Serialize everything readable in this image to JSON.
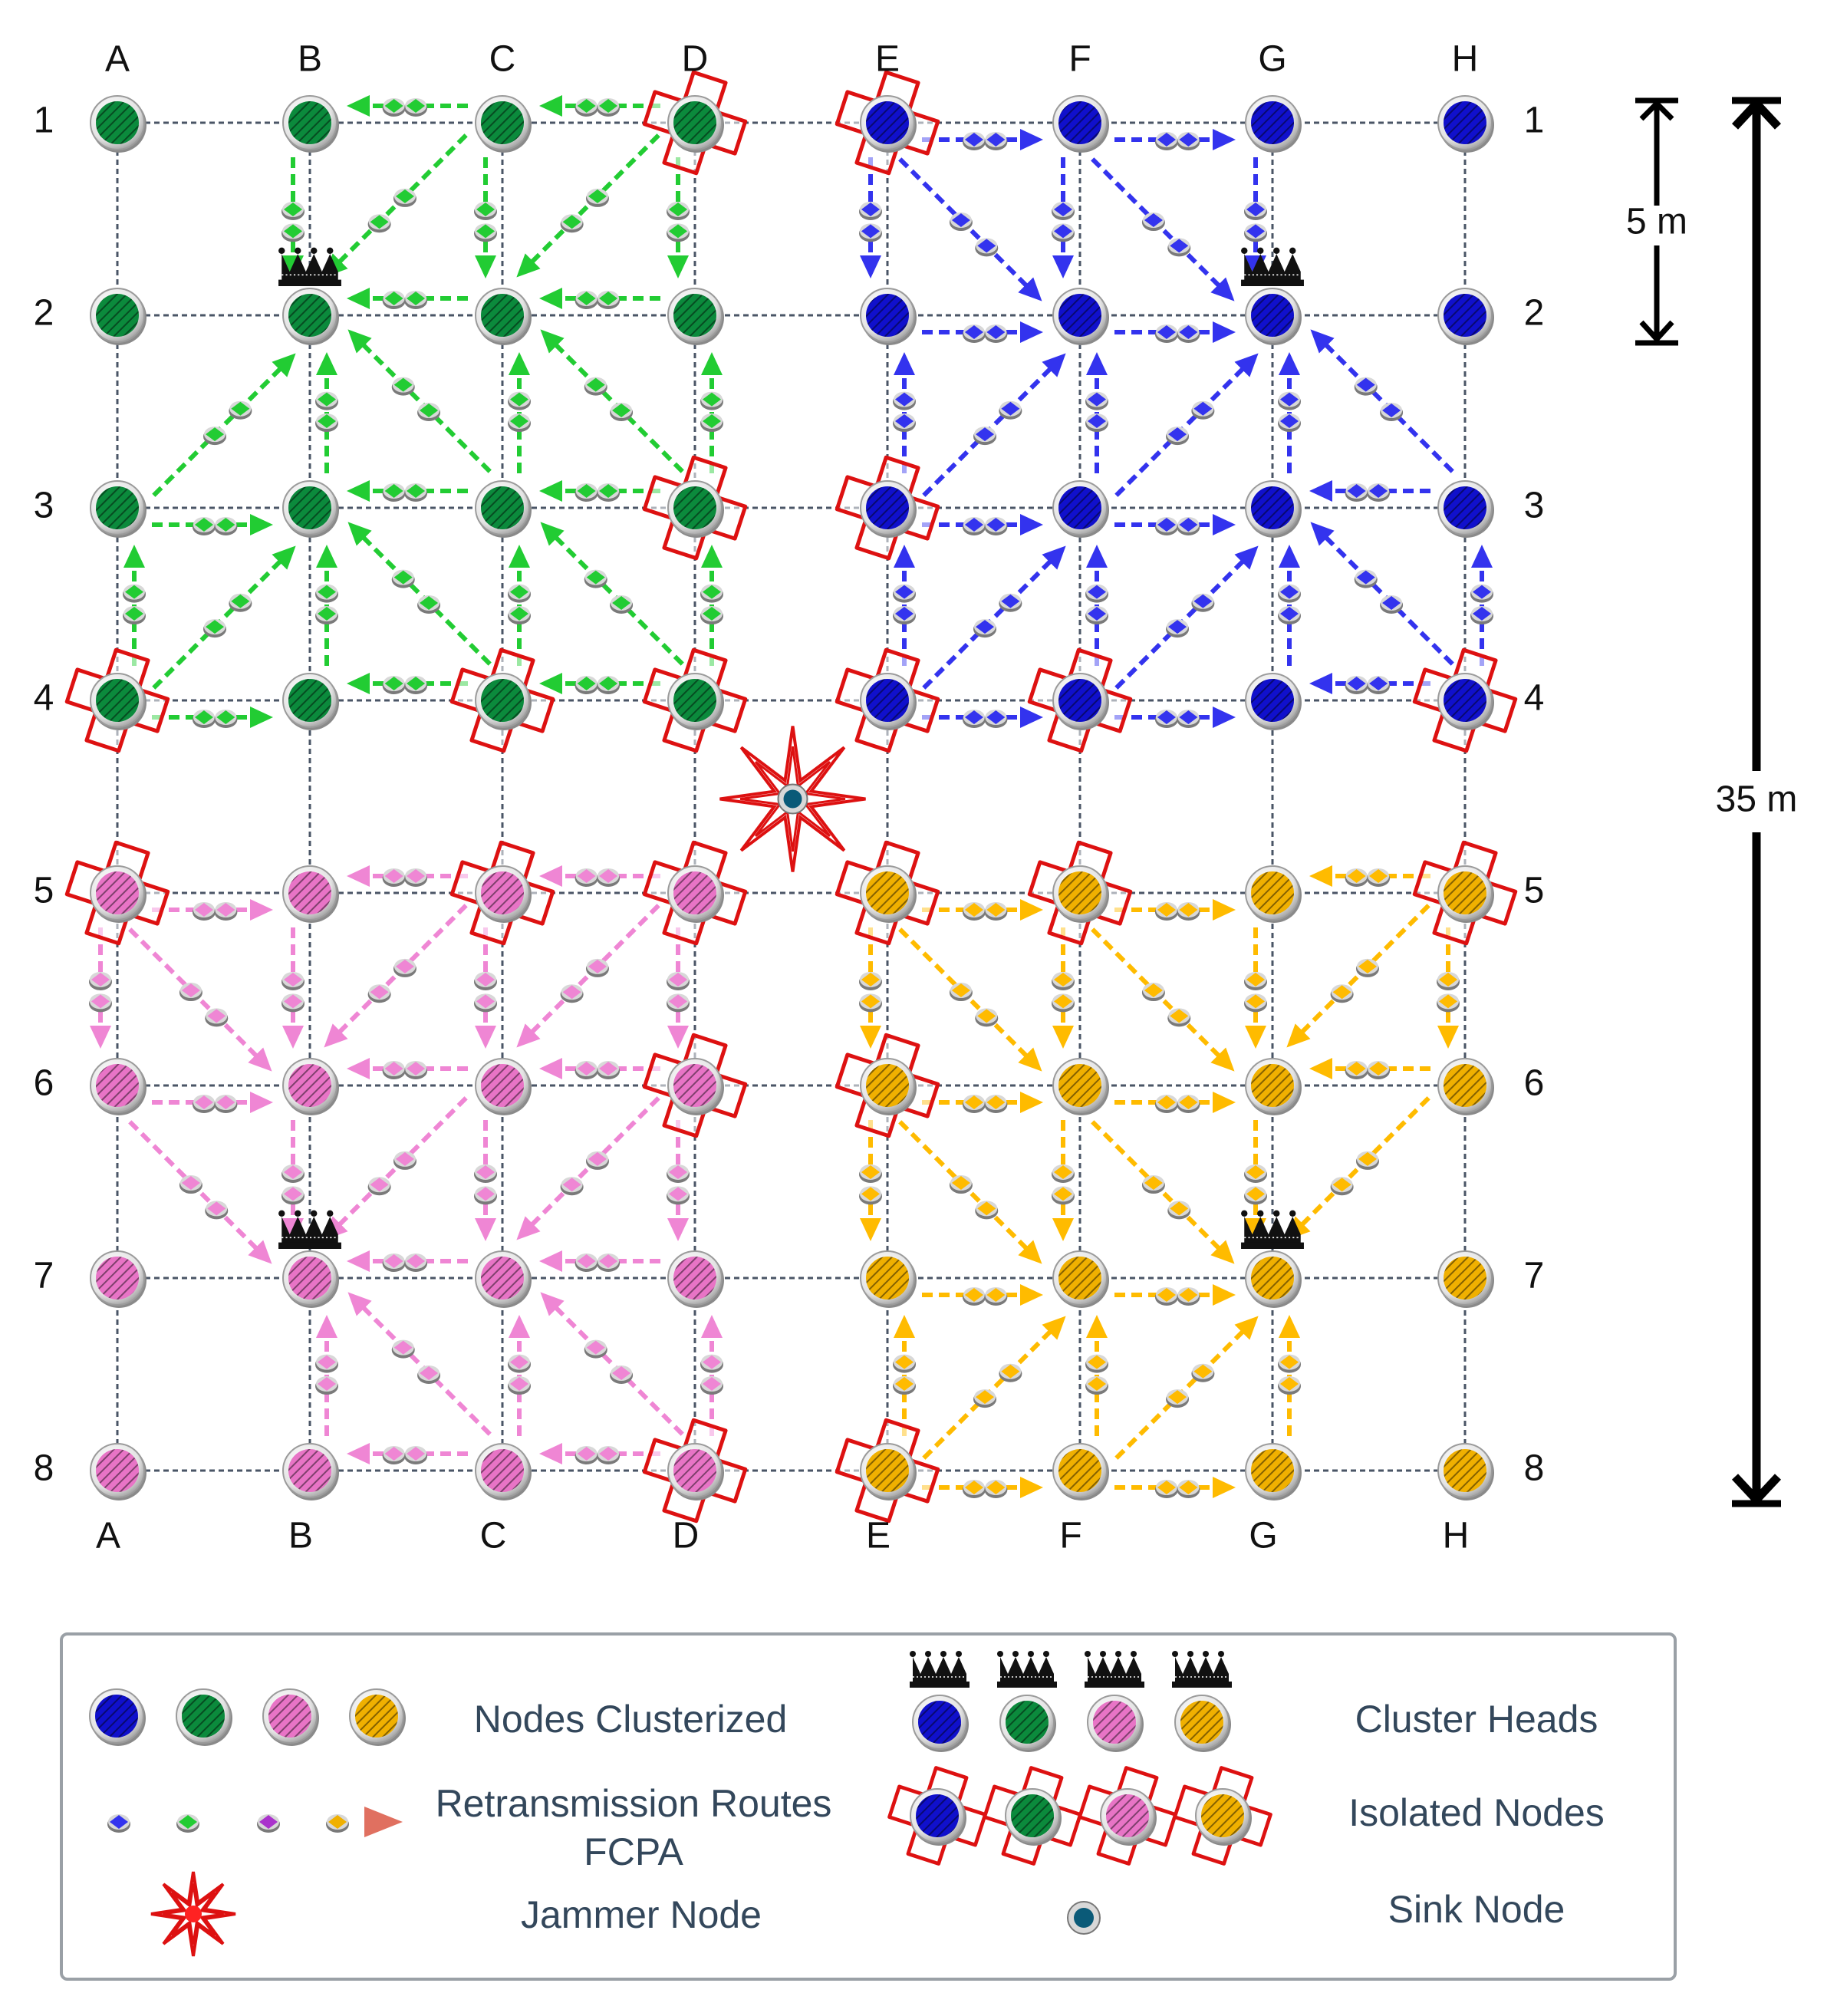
{
  "columns": [
    "A",
    "B",
    "C",
    "D",
    "E",
    "F",
    "G",
    "H"
  ],
  "rows": [
    "1",
    "2",
    "3",
    "4",
    "5",
    "6",
    "7",
    "8"
  ],
  "scale": {
    "small": "5 m",
    "large": "35 m"
  },
  "colors": {
    "blue": "#1010cc",
    "green": "#0b8a3c",
    "pink": "#e874c6",
    "yellow": "#f0b000",
    "route_blue": "#3333ee",
    "route_green": "#22cc33",
    "route_pink": "#ef86d4",
    "route_yellow": "#ffbb00",
    "isolated": "#dd1111",
    "sink": "#0a5a78"
  },
  "clusters": {
    "green": {
      "columns": [
        "A",
        "B",
        "C",
        "D"
      ],
      "rows": [
        "1",
        "2",
        "3",
        "4"
      ],
      "head": "B2"
    },
    "blue": {
      "columns": [
        "E",
        "F",
        "G",
        "H"
      ],
      "rows": [
        "1",
        "2",
        "3",
        "4"
      ],
      "head": "G2"
    },
    "pink": {
      "columns": [
        "A",
        "B",
        "C",
        "D"
      ],
      "rows": [
        "5",
        "6",
        "7",
        "8"
      ],
      "head": "B7"
    },
    "yellow": {
      "columns": [
        "E",
        "F",
        "G",
        "H"
      ],
      "rows": [
        "5",
        "6",
        "7",
        "8"
      ],
      "head": "G7"
    }
  },
  "isolated_nodes": [
    "D1",
    "E1",
    "D3",
    "E3",
    "A4",
    "C4",
    "D4",
    "E4",
    "F4",
    "H4",
    "A5",
    "C5",
    "D5",
    "E5",
    "F5",
    "H5",
    "D6",
    "E6",
    "D8",
    "E8"
  ],
  "sink_node": "between D4-E5",
  "jammer_node": "between D4-E5",
  "routes": {
    "green": [
      [
        "A3",
        "B3"
      ],
      [
        "A3",
        "B2"
      ],
      [
        "A4",
        "A3"
      ],
      [
        "A4",
        "B4"
      ],
      [
        "A4",
        "B3"
      ],
      [
        "B4",
        "B3"
      ],
      [
        "B3",
        "B2"
      ],
      [
        "C4",
        "B4"
      ],
      [
        "C4",
        "B3"
      ],
      [
        "C4",
        "C3"
      ],
      [
        "C3",
        "B3"
      ],
      [
        "C3",
        "C2"
      ],
      [
        "C3",
        "B2"
      ],
      [
        "D3",
        "C3"
      ],
      [
        "D3",
        "D2"
      ],
      [
        "D3",
        "C2"
      ],
      [
        "D4",
        "C4"
      ],
      [
        "D4",
        "D3"
      ],
      [
        "D4",
        "C3"
      ],
      [
        "C1",
        "B1"
      ],
      [
        "C1",
        "B2"
      ],
      [
        "B1",
        "B2"
      ],
      [
        "C2",
        "B2"
      ],
      [
        "D1",
        "C1"
      ],
      [
        "D1",
        "C2"
      ],
      [
        "D1",
        "D2"
      ],
      [
        "C1",
        "C2"
      ],
      [
        "D2",
        "C2"
      ]
    ],
    "blue": [
      [
        "E1",
        "F1"
      ],
      [
        "E1",
        "E2"
      ],
      [
        "E1",
        "F2"
      ],
      [
        "E2",
        "F2"
      ],
      [
        "F1",
        "F2"
      ],
      [
        "F1",
        "G1"
      ],
      [
        "F1",
        "G2"
      ],
      [
        "G1",
        "G2"
      ],
      [
        "F2",
        "G2"
      ],
      [
        "E3",
        "E2"
      ],
      [
        "E3",
        "F2"
      ],
      [
        "E3",
        "F3"
      ],
      [
        "F3",
        "F2"
      ],
      [
        "F3",
        "G3"
      ],
      [
        "F3",
        "G2"
      ],
      [
        "G3",
        "G2"
      ],
      [
        "H3",
        "G3"
      ],
      [
        "H3",
        "G2"
      ],
      [
        "E4",
        "E3"
      ],
      [
        "E4",
        "F3"
      ],
      [
        "E4",
        "F4"
      ],
      [
        "F4",
        "F3"
      ],
      [
        "F4",
        "G3"
      ],
      [
        "F4",
        "G4"
      ],
      [
        "G4",
        "G3"
      ],
      [
        "H4",
        "G4"
      ],
      [
        "H4",
        "G3"
      ],
      [
        "H4",
        "H3"
      ]
    ],
    "pink": [
      [
        "A5",
        "B5"
      ],
      [
        "A5",
        "A6"
      ],
      [
        "A5",
        "B6"
      ],
      [
        "B5",
        "B6"
      ],
      [
        "C5",
        "B5"
      ],
      [
        "C5",
        "B6"
      ],
      [
        "C5",
        "C6"
      ],
      [
        "D5",
        "C5"
      ],
      [
        "D5",
        "C6"
      ],
      [
        "D5",
        "D6"
      ],
      [
        "A6",
        "B6"
      ],
      [
        "A6",
        "B7"
      ],
      [
        "B6",
        "B7"
      ],
      [
        "C6",
        "B6"
      ],
      [
        "C6",
        "B7"
      ],
      [
        "C6",
        "C7"
      ],
      [
        "D6",
        "C6"
      ],
      [
        "D6",
        "C7"
      ],
      [
        "D6",
        "D7"
      ],
      [
        "C7",
        "B7"
      ],
      [
        "D7",
        "C7"
      ],
      [
        "B8",
        "B7"
      ],
      [
        "C8",
        "B8"
      ],
      [
        "C8",
        "B7"
      ],
      [
        "C8",
        "C7"
      ],
      [
        "D8",
        "C8"
      ],
      [
        "D8",
        "C7"
      ],
      [
        "D8",
        "D7"
      ]
    ],
    "yellow": [
      [
        "E5",
        "F5"
      ],
      [
        "E5",
        "E6"
      ],
      [
        "E5",
        "F6"
      ],
      [
        "F5",
        "F6"
      ],
      [
        "F5",
        "G5"
      ],
      [
        "F5",
        "G6"
      ],
      [
        "G5",
        "G6"
      ],
      [
        "H5",
        "G5"
      ],
      [
        "H5",
        "G6"
      ],
      [
        "H5",
        "H6"
      ],
      [
        "E6",
        "F6"
      ],
      [
        "E6",
        "E7"
      ],
      [
        "E6",
        "F7"
      ],
      [
        "F6",
        "F7"
      ],
      [
        "F6",
        "G6"
      ],
      [
        "F6",
        "G7"
      ],
      [
        "G6",
        "G7"
      ],
      [
        "H6",
        "G6"
      ],
      [
        "H6",
        "G7"
      ],
      [
        "F7",
        "G7"
      ],
      [
        "E7",
        "F7"
      ],
      [
        "E8",
        "E7"
      ],
      [
        "E8",
        "F7"
      ],
      [
        "E8",
        "F8"
      ],
      [
        "F8",
        "F7"
      ],
      [
        "F8",
        "G8"
      ],
      [
        "F8",
        "G7"
      ],
      [
        "G8",
        "G7"
      ]
    ]
  },
  "legend": {
    "nodes_clusterized": "Nodes Clusterized",
    "cluster_heads": "Cluster Heads",
    "routes_line1": "Retransmission Routes",
    "routes_line2": "FCPA",
    "isolated_nodes": "Isolated Nodes",
    "jammer_node": "Jammer Node",
    "sink_node": "Sink Node"
  }
}
